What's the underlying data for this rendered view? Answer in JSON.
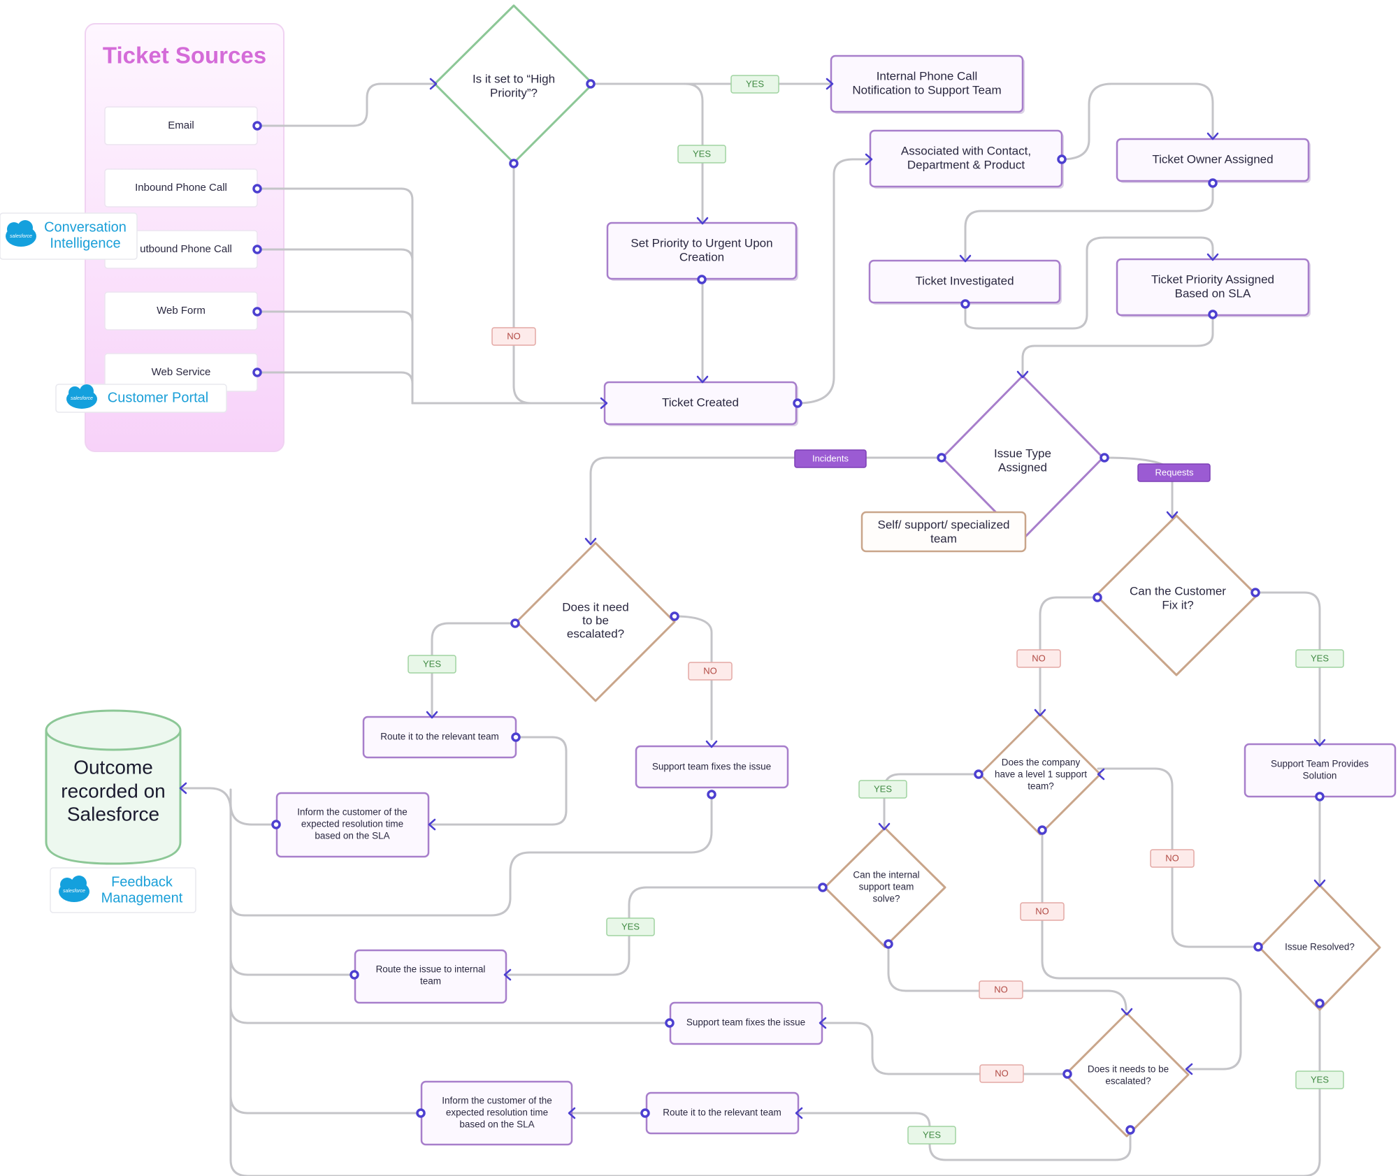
{
  "ticket_sources": {
    "title": "Ticket Sources",
    "items": [
      "Email",
      "Inbound Phone Call",
      "utbound Phone Call",
      "Web Form",
      "Web Service"
    ]
  },
  "badges": {
    "conversation_line1": "Conversation",
    "conversation_line2": "Intelligence",
    "customer_portal": "Customer Portal",
    "feedback_line1": "Feedback",
    "feedback_line2": "Management",
    "salesforce_mark": "salesforce"
  },
  "database": {
    "line1": "Outcome",
    "line2": "recorded on",
    "line3": "Salesforce"
  },
  "nodes": {
    "high_priority_q": [
      "Is it set to “High",
      "Priority”?"
    ],
    "internal_call": [
      "Internal Phone Call",
      "Notification to Support Team"
    ],
    "associated": [
      "Associated with Contact,",
      "Department & Product"
    ],
    "owner_assigned": [
      "Ticket Owner Assigned"
    ],
    "set_priority": [
      "Set Priority to Urgent Upon",
      "Creation"
    ],
    "investigated": [
      "Ticket Investigated"
    ],
    "priority_sla": [
      "Ticket Priority Assigned",
      "Based on SLA"
    ],
    "ticket_created": [
      "Ticket Created"
    ],
    "issue_type": [
      "Issue Type",
      "Assigned"
    ],
    "team_box": [
      "Self/ support/ specialized",
      "team"
    ],
    "escalate_q": [
      "Does it need",
      "to be",
      "escalated?"
    ],
    "route_relevant_1": [
      "Route it to the relevant team"
    ],
    "support_fixes_1": [
      "Support team fixes the issue"
    ],
    "inform_customer_1": [
      "Inform the customer of the",
      "expected resolution time",
      "based on the SLA"
    ],
    "customer_fix_q": [
      "Can the Customer",
      "Fix it?"
    ],
    "level1_q": [
      "Does the company",
      "have a level 1 support",
      "team?"
    ],
    "support_solution": [
      "Support Team Provides",
      "Solution"
    ],
    "internal_solve_q": [
      "Can the internal",
      "support team",
      "solve?"
    ],
    "issue_resolved_q": [
      "Issue Resolved?"
    ],
    "route_internal": [
      "Route the issue to internal",
      "team"
    ],
    "support_fixes_2": [
      "Support team fixes the issue"
    ],
    "escalated_q2": [
      "Does it needs to be",
      "escalated?"
    ],
    "inform_customer_2": [
      "Inform the customer of the",
      "expected resolution time",
      "based on the SLA"
    ],
    "route_relevant_2": [
      "Route it to the relevant team"
    ]
  },
  "edge_labels": {
    "yes": "YES",
    "no": "NO",
    "incidents": "Incidents",
    "requests": "Requests"
  }
}
